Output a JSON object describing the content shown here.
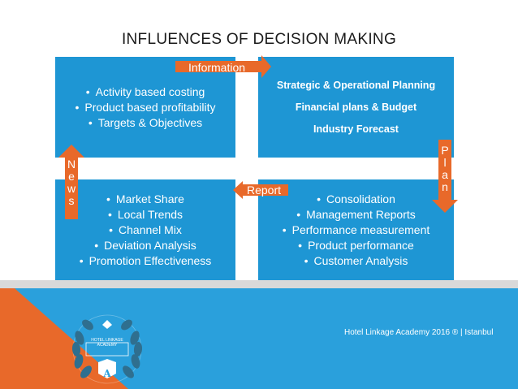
{
  "title": "INFLUENCES OF DECISION MAKING",
  "boxes": {
    "top_left": [
      "Activity based costing",
      "Product based profitability",
      "Targets & Objectives"
    ],
    "top_right": [
      "Strategic & Operational Planning",
      "Financial plans & Budget",
      "Industry Forecast"
    ],
    "bottom_left": [
      "Market Share",
      "Local Trends",
      "Channel Mix",
      "Deviation Analysis",
      "Promotion Effectiveness"
    ],
    "bottom_right": [
      "Consolidation",
      "Management Reports",
      "Performance measurement",
      "Product performance",
      "Customer Analysis"
    ]
  },
  "arrows": {
    "information": "Information",
    "report": "Report",
    "news": [
      "N",
      "e",
      "w",
      "s"
    ],
    "plan": [
      "P",
      "l",
      "a",
      "n"
    ]
  },
  "footer": {
    "text": "Hotel Linkage Academy 2016 ® | Istanbul",
    "logo_lines": [
      "HOTEL LINKAGE",
      "ACADEMY"
    ],
    "logo_letter": "A"
  },
  "colors": {
    "box": "#1e96d4",
    "arrow": "#e8692a",
    "footer_blue": "#2aa0dc",
    "footer_orange": "#e8692a",
    "footer_gray": "#d9d9d9"
  }
}
